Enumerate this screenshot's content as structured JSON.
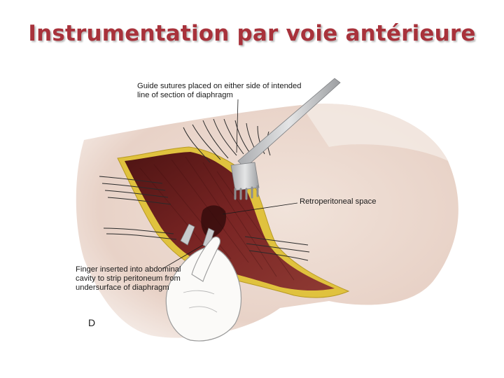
{
  "slide": {
    "title": "Instrumentation par voie antérieure"
  },
  "figure": {
    "labels": {
      "guide_sutures": "Guide sutures placed on either side of intended\nline of section of diaphragm",
      "retroperitoneal": "Retroperitoneal space",
      "finger": "Finger inserted into abdominal\ncavity to strip peritoneum from\nundersurface of diaphragm"
    },
    "panel_letter": "D"
  },
  "colors": {
    "title": "#a8323b",
    "skin": "#ebd7cd",
    "muscle": "#6e1f1e",
    "fat": "#e0c23e",
    "retractor": "#c9cbcd"
  }
}
